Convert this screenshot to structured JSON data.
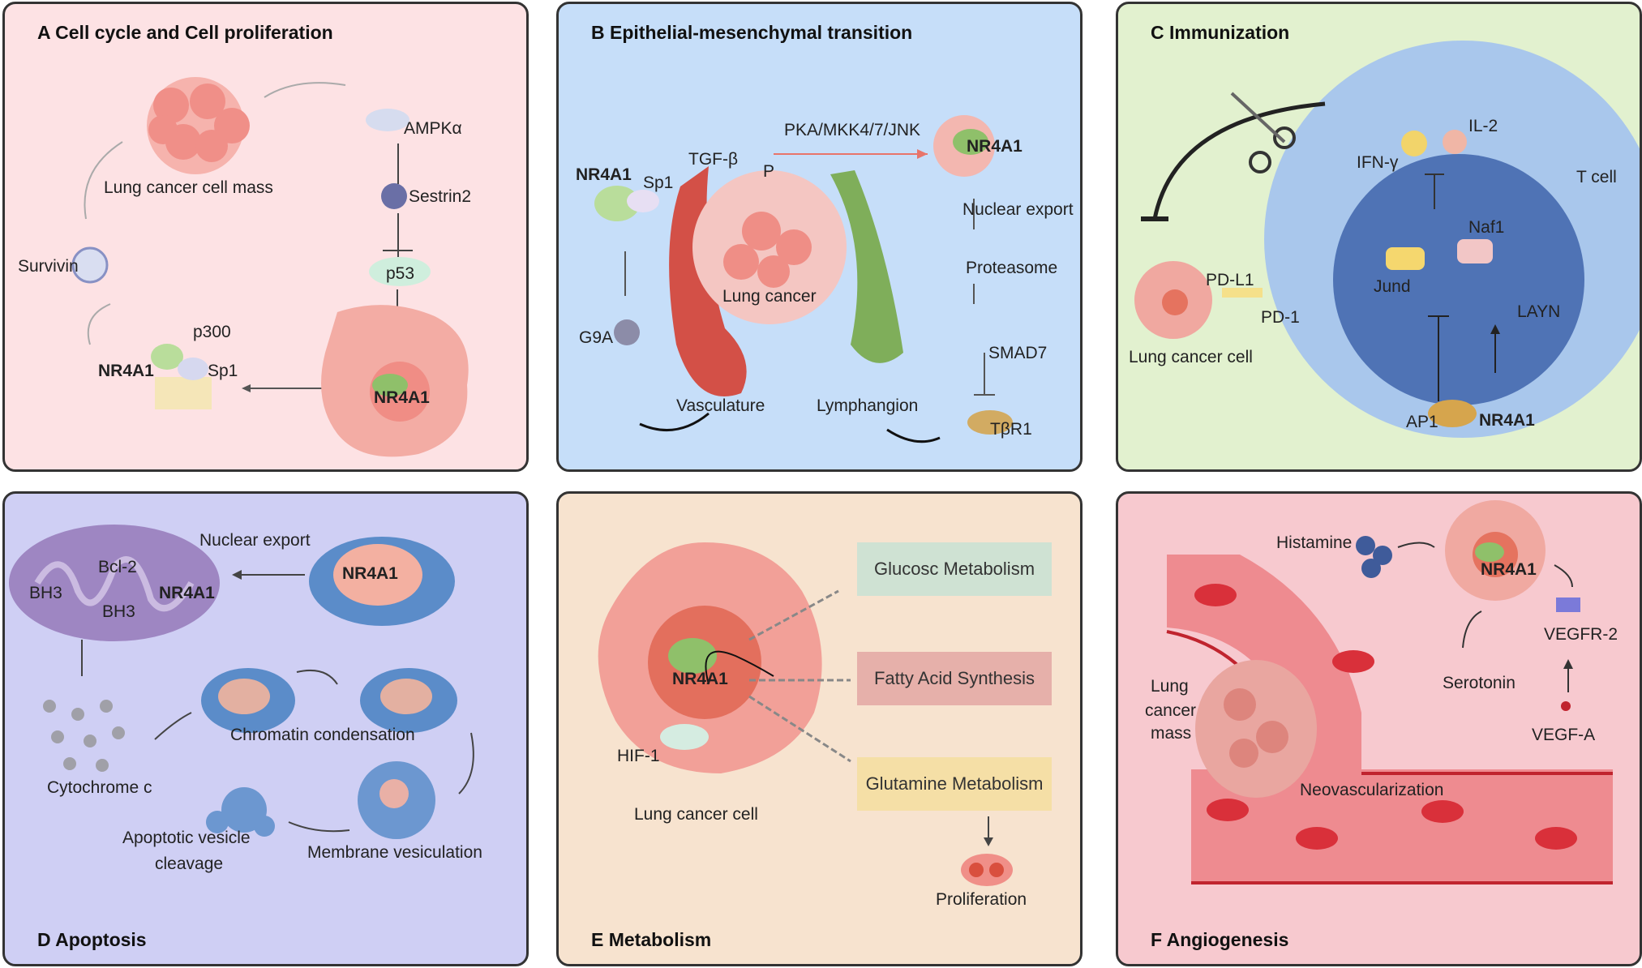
{
  "panels": {
    "a": {
      "title": "A  Cell cycle and Cell proliferation",
      "labels": [
        "AMPKα",
        "Sestrin2",
        "p53",
        "Lung cancer cell mass",
        "Survivin",
        "p300",
        "NR4A1",
        "Sp1",
        "NR4A1"
      ]
    },
    "b": {
      "title": "B  Epithelial-mesenchymal transition",
      "labels": [
        "PKA/MKK4/7/JNK",
        "TGF-β",
        "P",
        "NR4A1",
        "Sp1",
        "NR4A1",
        "Nuclear export",
        "Proteasome",
        "Lung cancer",
        "G9A",
        "SMAD7",
        "Vasculature",
        "Lymphangion",
        "TβR1"
      ]
    },
    "c": {
      "title": "C  Immunization",
      "labels": [
        "IL-2",
        "IFN-γ",
        "T cell",
        "Naf1",
        "Jund",
        "PD-L1",
        "PD-1",
        "LAYN",
        "Lung cancer cell",
        "AP1",
        "NR4A1"
      ]
    },
    "d": {
      "title": "D  Apoptosis",
      "labels": [
        "Nuclear export",
        "Bcl-2",
        "NR4A1",
        "NR4A1",
        "BH3",
        "BH3",
        "Chromatin condensation",
        "Cytochrome c",
        "Apoptotic vesicle",
        "cleavage",
        "Membrane vesiculation"
      ]
    },
    "e": {
      "title": "E  Metabolism",
      "boxes": [
        "Glucosc Metabolism",
        "Fatty Acid Synthesis",
        "Glutamine Metabolism"
      ],
      "labels": [
        "NR4A1",
        "HIF-1",
        "Lung cancer cell",
        "Proliferation"
      ]
    },
    "f": {
      "title": "F  Angiogenesis",
      "labels": [
        "Histamine",
        "NR4A1",
        "VEGFR-2",
        "Lung",
        "cancer",
        "mass",
        "Serotonin",
        "VEGF-A",
        "Neovascularization"
      ]
    }
  },
  "colors": {
    "panel_a_bg": "#fde2e4",
    "panel_b_bg": "#c6def9",
    "panel_c_bg": "#e2f1cf",
    "panel_d_bg": "#cfcff4",
    "panel_e_bg": "#f7e3cf",
    "panel_f_bg": "#f7c9cf",
    "cell_pink": "#f2a39b",
    "nucleus_green": "#8fc06a",
    "vessel_red": "#e8848a"
  }
}
